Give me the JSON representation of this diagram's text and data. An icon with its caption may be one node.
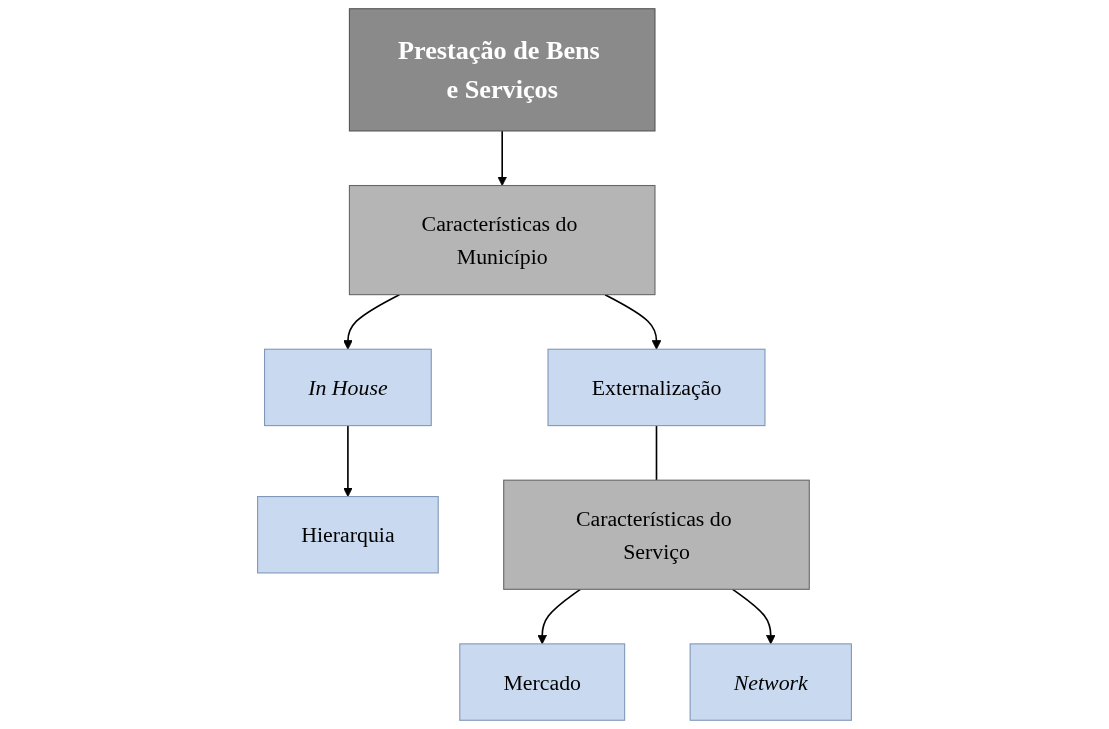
{
  "diagram": {
    "nodes": [
      {
        "text": [
          "Prestação de Bens e Serviços"
        ]
      },
      {
        "text": [
          "Características do Município"
        ]
      },
      {
        "text": [
          "In House"
        ]
      },
      {
        "text": [
          "Externalização"
        ]
      },
      {
        "text": [
          "Hierarquia"
        ]
      },
      {
        "text": [
          "Características do Serviço"
        ]
      },
      {
        "text": [
          "Mercado"
        ]
      },
      {
        "text": [
          "Network"
        ]
      }
    ],
    "edges": [
      {
        "from": 0,
        "to": 1,
        "arrow": "to"
      },
      {
        "from": 1,
        "to": 2,
        "arrow": "to"
      },
      {
        "from": 1,
        "to": 3,
        "arrow": "to"
      },
      {
        "from": 2,
        "to": 4,
        "arrow": "to"
      },
      {
        "from": 3,
        "to": 5,
        "arrow": "none"
      },
      {
        "from": 5,
        "to": 6,
        "arrow": "to"
      },
      {
        "from": 5,
        "to": 7,
        "arrow": "to"
      }
    ]
  }
}
